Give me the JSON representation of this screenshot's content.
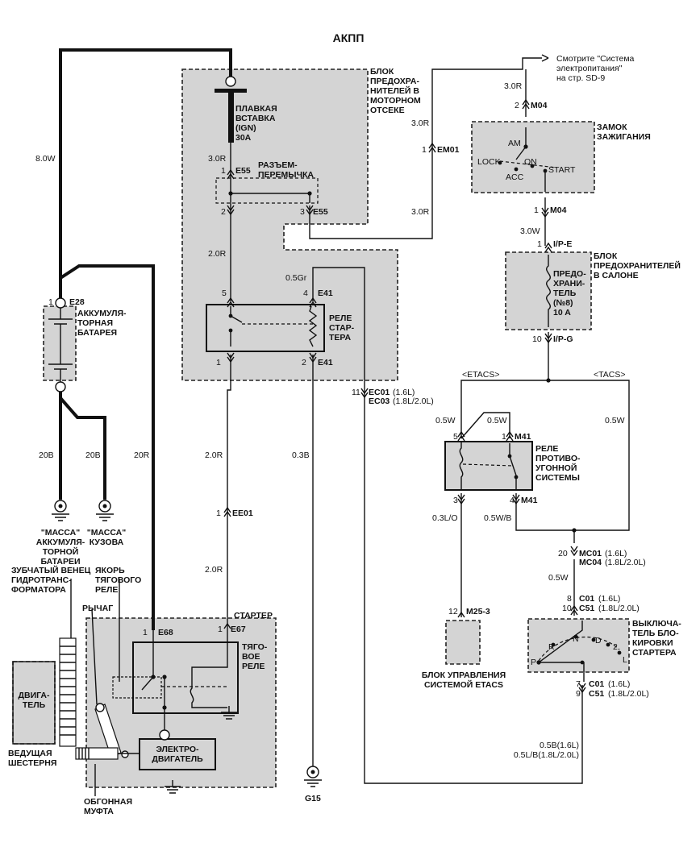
{
  "title": "АКПП",
  "engine_fuse_box": {
    "label": [
      "БЛОК",
      "ПРЕДОХРА-",
      "НИТЕЛЕЙ В",
      "МОТОРНОМ",
      "ОТСЕКЕ"
    ]
  },
  "fusible_link": {
    "label": [
      "ПЛАВКАЯ",
      "ВСТАВКА",
      "(IGN)",
      "30A"
    ]
  },
  "jumper": {
    "label": [
      "РАЗЪЕМ-",
      "ПЕРЕМЫЧКА"
    ]
  },
  "battery": {
    "label": [
      "АККУМУЛЯ-",
      "ТОРНАЯ",
      "БАТАРЕЯ"
    ]
  },
  "ground_battery": {
    "label": [
      "\"МАССА\"",
      "АККУМУЛЯ-",
      "ТОРНОЙ",
      "БАТАРЕИ"
    ]
  },
  "ground_body": {
    "label": [
      "\"МАССА\"",
      "КУЗОВА"
    ]
  },
  "starter_relay": {
    "label": [
      "РЕЛЕ",
      "СТАР-",
      "ТЕРА"
    ]
  },
  "power_note": {
    "label": [
      "Смотрите \"Система",
      "электропитания\"",
      "на стр. SD-9"
    ]
  },
  "ignition_switch": {
    "label": [
      "ЗАМОК",
      "ЗАЖИГАНИЯ"
    ],
    "positions": {
      "am": "AM",
      "lock": "LOCK",
      "on": "ON",
      "acc": "ACC",
      "start": "START"
    }
  },
  "cabin_fuse_box": {
    "label": [
      "БЛОК",
      "ПРЕДОХРАНИТЕЛЕЙ",
      "В САЛОНЕ"
    ]
  },
  "cabin_fuse": {
    "label": [
      "ПРЕДО-",
      "ХРАНИ-",
      "ТЕЛЬ",
      "(№8)",
      "10 A"
    ]
  },
  "branch_labels": {
    "etacs": "<ETACS>",
    "tacs": "<TACS>"
  },
  "antitheft_relay": {
    "label": [
      "РЕЛЕ",
      "ПРОТИВО-",
      "УГОННОЙ",
      "СИСТЕМЫ"
    ]
  },
  "etacs_unit": {
    "label": [
      "БЛОК УПРАВЛЕНИЯ",
      "СИСТЕМОЙ ETACS"
    ]
  },
  "inhibitor_switch": {
    "label": [
      "ВЫКЛЮЧА-",
      "ТЕЛЬ БЛО-",
      "КИРОВКИ",
      "СТАРТЕРА"
    ],
    "positions": {
      "p": "P",
      "r": "R",
      "n": "N",
      "d": "D",
      "two": "2",
      "l": "L"
    }
  },
  "starter": {
    "label": "СТАРТЕР",
    "solenoid": [
      "ТЯГО-",
      "ВОЕ",
      "РЕЛЕ"
    ],
    "motor": [
      "ЭЛЕКТРО-",
      "ДВИГАТЕЛЬ"
    ]
  },
  "engine_block": {
    "label": [
      "ДВИГА-",
      "ТЕЛЬ"
    ]
  },
  "mechanical": {
    "ring_gear": [
      "ЗУБЧАТЫЙ ВЕНЕЦ",
      "ГИДРОТРАНС-",
      "ФОРМАТОРА"
    ],
    "armature": [
      "ЯКОРЬ",
      "ТЯГОВОГО",
      "РЕЛЕ"
    ],
    "lever": "РЫЧАГ",
    "pinion": [
      "ВЕДУЩАЯ",
      "ШЕСТЕРНЯ"
    ],
    "clutch": [
      "ОБГОННАЯ",
      "МУФТА"
    ]
  },
  "wires": {
    "w_8_0W": "8.0W",
    "w_3_0R_a": "3.0R",
    "w_3_0R_b": "3.0R",
    "w_3_0R_c": "3.0R",
    "w_3_0R_d": "3.0R",
    "w_2_0R_a": "2.0R",
    "w_0_5Gr": "0.5Gr",
    "w_20B_a": "20B",
    "w_20B_b": "20B",
    "w_20R": "20R",
    "w_2_0R_b": "2.0R",
    "w_0_3B": "0.3B",
    "w_2_0R_c": "2.0R",
    "w_3_0W": "3.0W",
    "w_0_5W_a": "0.5W",
    "w_0_5W_b": "0.5W",
    "w_0_5W_c": "0.5W",
    "w_0_3L_O": "0.3L/O",
    "w_0_5W_B": "0.5W/B",
    "w_0_5W_d": "0.5W",
    "w_0_5B_16": "0.5B(1.6L)",
    "w_0_5L_B_18": "0.5L/B(1.8L/2.0L)"
  },
  "connectors": {
    "e28": "E28",
    "e55_top": "E55",
    "e55_bot": "E55",
    "e41_top": "E41",
    "e41_bot": "E41",
    "em01": "EM01",
    "m04_top": "M04",
    "m04_bot": "M04",
    "ip_e": "I/P-E",
    "ip_g": "I/P-G",
    "ec01": "EC01",
    "ec01_v": "(1.6L)",
    "ec03": "EC03",
    "ec03_v": "(1.8L/2.0L)",
    "ee01": "EE01",
    "e68": "E68",
    "e67": "E67",
    "g15": "G15",
    "m41_top": "M41",
    "m41_bot": "M41",
    "m25_3": "M25-3",
    "mc01": "MC01",
    "mc01_v": "(1.6L)",
    "mc04": "MC04",
    "mc04_v": "(1.8L/2.0L)",
    "c01_a": "C01",
    "c01_a_v": "(1.6L)",
    "c51_a": "C51",
    "c51_a_v": "(1.8L/2.0L)",
    "c01_b": "C01",
    "c01_b_v": "(1.6L)",
    "c51_b": "C51",
    "c51_b_v": "(1.8L/2.0L)"
  },
  "pins": {
    "p_e28": "1",
    "p_e55_1": "1",
    "p_e55_2": "2",
    "p_e55_3": "3",
    "p_e41_5": "5",
    "p_e41_4": "4",
    "p_e41_1": "1",
    "p_e41_2": "2",
    "p_em01": "1",
    "p_m04_2": "2",
    "p_m04_1": "1",
    "p_ipe": "1",
    "p_ipg": "10",
    "p_ec": "11",
    "p_ee01": "1",
    "p_e68": "1",
    "p_e67": "1",
    "p_m41_5": "5",
    "p_m41_1": "1",
    "p_m41_3": "3",
    "p_m41_4": "4",
    "p_m25": "12",
    "p_mc": "20",
    "p_c01_8": "8",
    "p_c51_10": "10",
    "p_c01_7": "7",
    "p_c51_9": "9"
  }
}
